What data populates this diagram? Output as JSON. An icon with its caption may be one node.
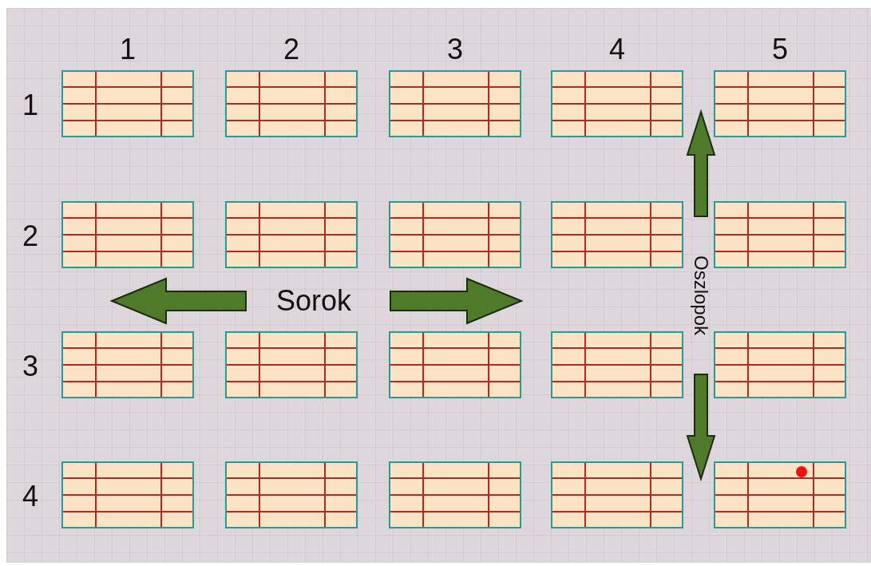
{
  "diagram": {
    "labels": [
      "1",
      "2",
      "3",
      "4",
      "5",
      "1",
      "2",
      "Oszlopok",
      "Sorok",
      "3",
      "4"
    ]
  }
}
